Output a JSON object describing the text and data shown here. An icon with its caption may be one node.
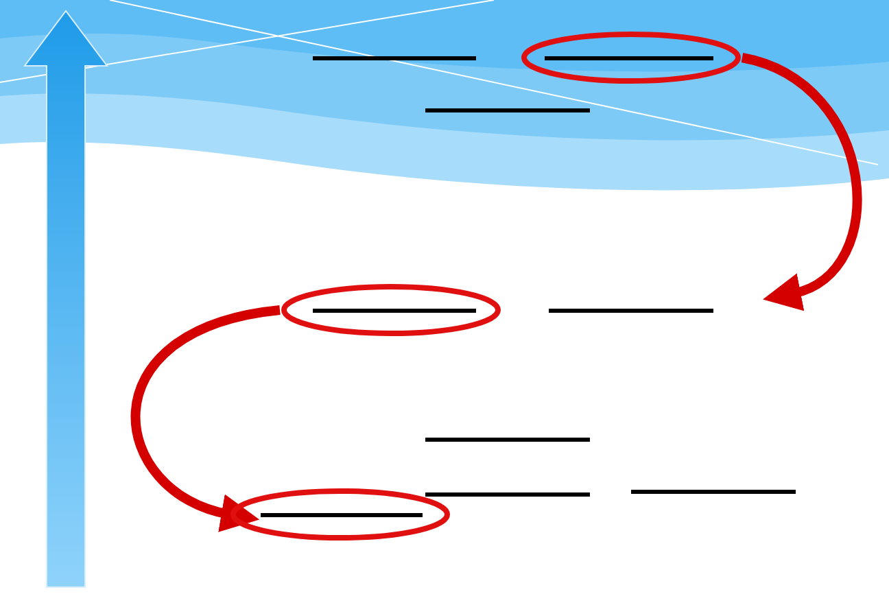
{
  "diagram": {
    "nodes": [
      {
        "text": [],
        "shape": "ellipse"
      },
      {
        "text": [],
        "shape": "ellipse"
      },
      {
        "text": [],
        "shape": "ellipse"
      }
    ],
    "edges": [
      {
        "from": 0,
        "to": null,
        "arrow": "to"
      },
      {
        "from": 1,
        "to": 2,
        "arrow": "to"
      }
    ]
  }
}
